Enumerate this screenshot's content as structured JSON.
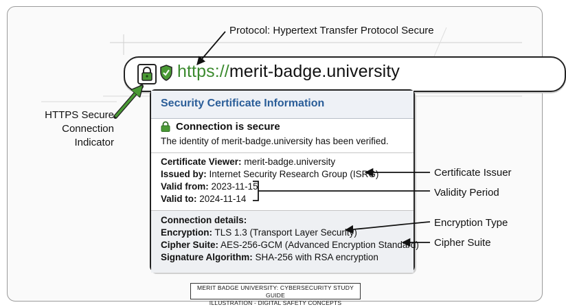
{
  "browser": {
    "url_scheme": "https://",
    "url_host": "merit-badge.university"
  },
  "popup": {
    "title": "Security Certificate Information",
    "secure_title": "Connection is secure",
    "secure_desc": "The identity of merit-badge.university has been verified.",
    "certificate_viewer_label": "Certificate Viewer:",
    "certificate_viewer_value": "merit-badge.university",
    "issued_by_label": "Issued by:",
    "issued_by_value": "Internet Security Research Group (ISRG)",
    "valid_from_label": "Valid from:",
    "valid_from_value": "2023-11-15",
    "valid_to_label": "Valid to:",
    "valid_to_value": "2024-11-14",
    "details_heading": "Connection details:",
    "encryption_label": "Encryption:",
    "encryption_value": "TLS 1.3 (Transport Layer Security)",
    "cipher_label": "Cipher Suite:",
    "cipher_value": "AES-256-GCM (Advanced Encryption Standard)",
    "signature_label": "Signature Algorithm:",
    "signature_value": "SHA-256 with RSA encryption"
  },
  "callouts": {
    "protocol": "Protocol: Hypertext Transfer Protocol Secure",
    "https_line1": "HTTPS Secure",
    "https_line2": "Connection",
    "https_line3": "Indicator",
    "issuer": "Certificate Issuer",
    "validity": "Validity Period",
    "encryption": "Encryption Type",
    "cipher": "Cipher Suite"
  },
  "caption": {
    "line1": "MERIT BADGE UNIVERSITY: CYBERSECURITY STUDY GUIDE",
    "line2": "ILLUSTRATION - DIGITAL SAFETY CONCEPTS"
  },
  "colors": {
    "secure_green": "#3b8a2e",
    "title_blue": "#2a5d98",
    "panel_gray": "#eef0f3"
  },
  "icons": [
    "lock-icon",
    "shield-check-icon",
    "padlock-icon"
  ]
}
